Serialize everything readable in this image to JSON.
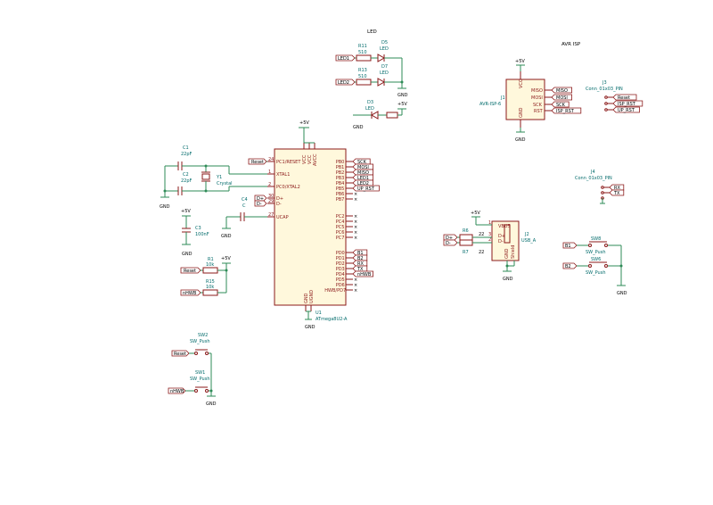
{
  "titles": {
    "led": "LED",
    "avr_isp": "AVR ISP"
  },
  "mcu": {
    "ref": "U1",
    "value": "ATmega8U2-A",
    "left_pins": [
      "PC1/RESET",
      "XTAL1",
      "PC0/XTAL2",
      "D+",
      "D-",
      "UCAP"
    ],
    "right_pins": [
      "PB0",
      "PB1",
      "PB2",
      "PB3",
      "PB4",
      "PB5",
      "PB6",
      "PB7",
      "PC2",
      "PC4",
      "PC5",
      "PC6",
      "PC7",
      "PD0",
      "PD1",
      "PD2",
      "PD3",
      "PD4",
      "PD5",
      "PD6",
      "HWB/PD7"
    ],
    "top_pins": [
      "VCC",
      "VCC",
      "AVCC"
    ],
    "bottom_pins": [
      "GND",
      "UGND"
    ],
    "pin_numbers": {
      "reset": "24",
      "xtal1": "1",
      "xtal2": "2",
      "dplus": "30",
      "dminus": "29",
      "ucap": "27"
    }
  },
  "net_labels": {
    "mcu_right": [
      "SCK",
      "MOSI",
      "MISO",
      "LED1",
      "LED2",
      "UP_RST",
      "",
      "",
      "",
      "",
      "",
      "",
      "",
      "B1",
      "B2",
      "RX",
      "TX",
      "nHWB",
      "",
      "",
      ""
    ],
    "reset": "Reset",
    "dplus": "D+",
    "dminus": "D-",
    "led1": "LED1",
    "led2": "LED2",
    "r1": "Reset",
    "r15": "nHWB",
    "isp": [
      "MISO",
      "MOSI",
      "SCK",
      "ISP_RST"
    ],
    "j3": [
      "Reset",
      "ISP_RST",
      "UP_RST"
    ],
    "j4": [
      "RX",
      "TX"
    ],
    "usb_dp": "D+",
    "usb_dm": "D-",
    "b1": "B1",
    "b2": "B2",
    "sw2": "Reset",
    "sw1": "nHWB"
  },
  "power": {
    "vcc": "+5V",
    "gnd": "GND"
  },
  "components": {
    "C1": {
      "ref": "C1",
      "value": "22pF"
    },
    "C2": {
      "ref": "C2",
      "value": "22pF"
    },
    "Y1": {
      "ref": "Y1",
      "value": "Crystal"
    },
    "C4": {
      "ref": "C4",
      "value": "C"
    },
    "C3": {
      "ref": "C3",
      "value": "100nF"
    },
    "R1": {
      "ref": "R1",
      "value": "10k"
    },
    "R15": {
      "ref": "R15",
      "value": "10k"
    },
    "R11": {
      "ref": "R11",
      "value": "510"
    },
    "R13": {
      "ref": "R13",
      "value": "510"
    },
    "D5": {
      "ref": "D5",
      "value": "LED"
    },
    "D7": {
      "ref": "D7",
      "value": "LED"
    },
    "D3": {
      "ref": "D3",
      "value": "LED"
    },
    "J1": {
      "ref": "J1",
      "value": "AVR-ISP-6",
      "pins": [
        "MISO",
        "MOSI",
        "SCK",
        "RST"
      ],
      "top": "VCC",
      "bottom": "GND"
    },
    "J3": {
      "ref": "J3",
      "value": "Conn_01x03_PIN"
    },
    "J4": {
      "ref": "J4",
      "value": "Conn_01x03_PIN"
    },
    "J2": {
      "ref": "J2",
      "value": "USB_A",
      "pins": [
        "VBUS",
        "D+",
        "D-"
      ],
      "bottom": [
        "GND",
        "Shield"
      ],
      "pin_numbers": [
        "1",
        "3",
        "2",
        "4",
        "5"
      ]
    },
    "R6": {
      "ref": "R6",
      "value": "22"
    },
    "R7": {
      "ref": "R7",
      "value": "22"
    },
    "SW8": {
      "ref": "SW8",
      "value": "SW_Push"
    },
    "SW6": {
      "ref": "SW6",
      "value": "SW_Push"
    },
    "SW2": {
      "ref": "SW2",
      "value": "SW_Push"
    },
    "SW1": {
      "ref": "SW1",
      "value": "SW_Push"
    }
  }
}
